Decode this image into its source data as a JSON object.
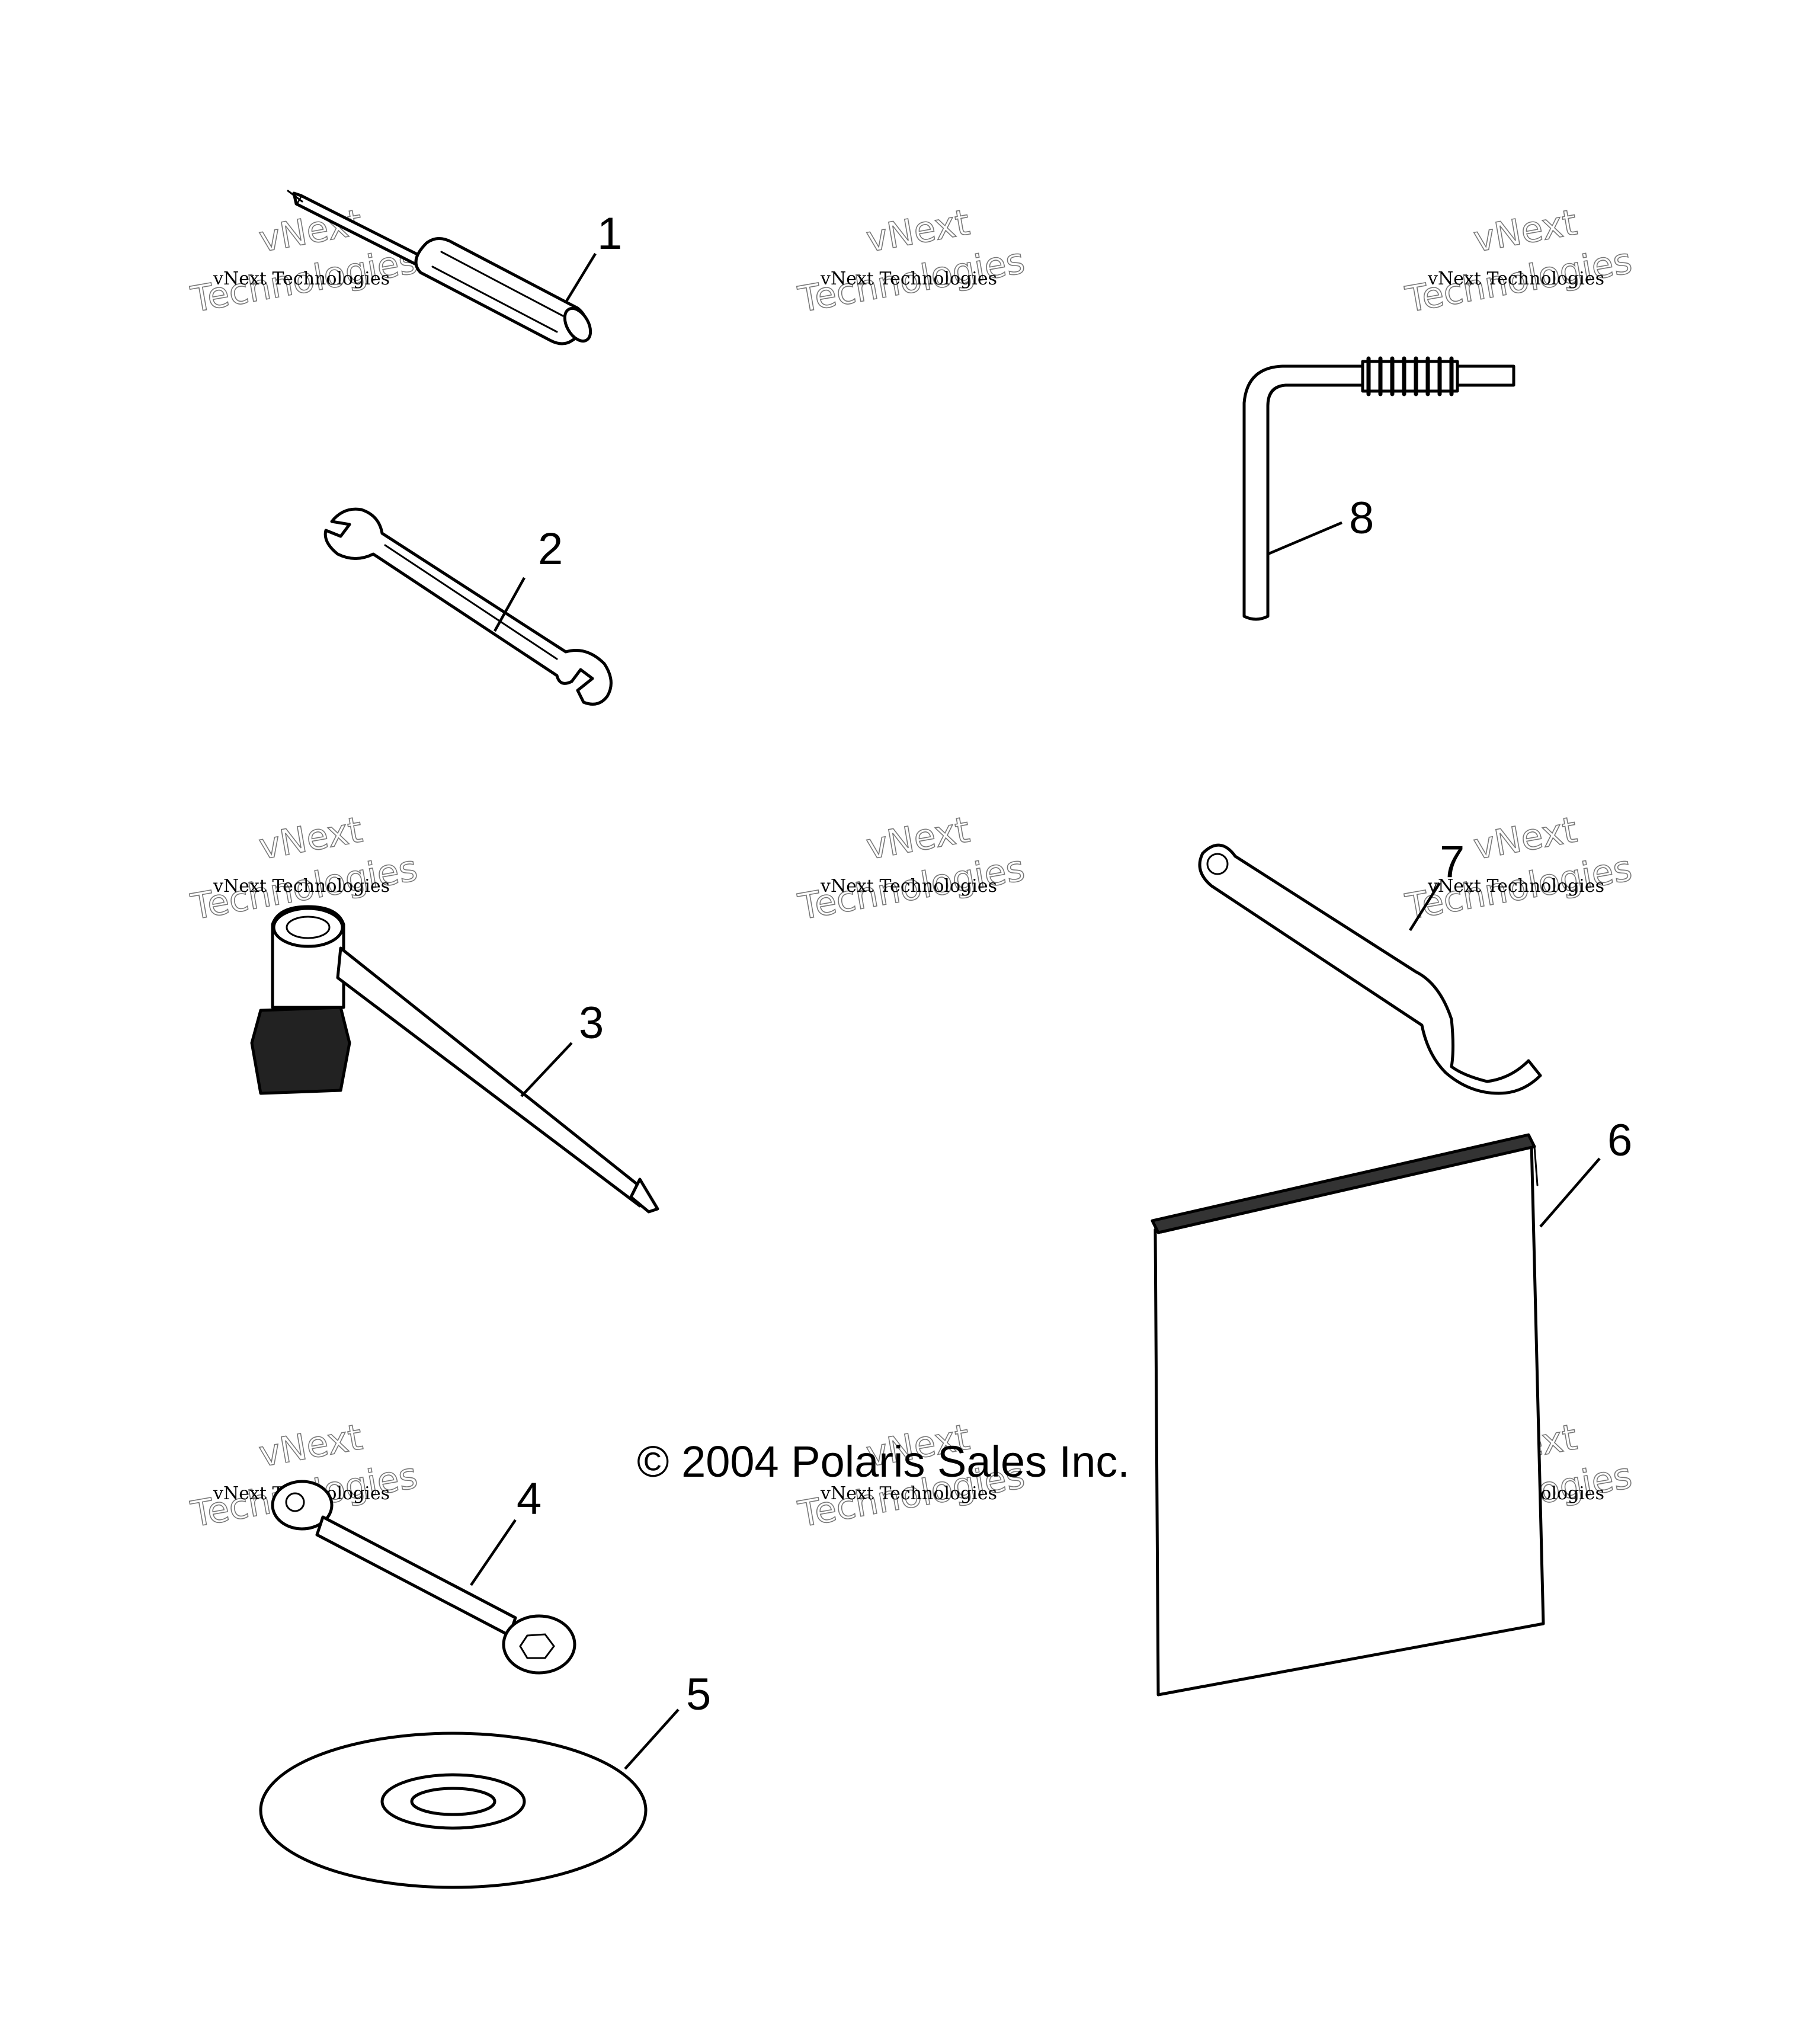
{
  "diagram": {
    "callouts": [
      {
        "id": "1",
        "label": "1"
      },
      {
        "id": "2",
        "label": "2"
      },
      {
        "id": "3",
        "label": "3"
      },
      {
        "id": "4",
        "label": "4"
      },
      {
        "id": "5",
        "label": "5"
      },
      {
        "id": "6",
        "label": "6"
      },
      {
        "id": "7",
        "label": "7"
      },
      {
        "id": "8",
        "label": "8"
      }
    ],
    "parts": [
      {
        "callout": "1",
        "icon": "screwdriver-icon"
      },
      {
        "callout": "2",
        "icon": "open-end-wrench-icon"
      },
      {
        "callout": "3",
        "icon": "spark-plug-wrench-icon"
      },
      {
        "callout": "4",
        "icon": "box-wrench-icon"
      },
      {
        "callout": "5",
        "icon": "disc-icon"
      },
      {
        "callout": "6",
        "icon": "manual-booklet-icon"
      },
      {
        "callout": "7",
        "icon": "spanner-wrench-icon"
      },
      {
        "callout": "8",
        "icon": "hex-key-icon"
      }
    ],
    "copyright": "© 2004 Polaris Sales Inc.",
    "watermark": {
      "text_small": "vNext Technologies",
      "text_big_line1": "vNext",
      "text_big_line2": "Technologies"
    }
  }
}
